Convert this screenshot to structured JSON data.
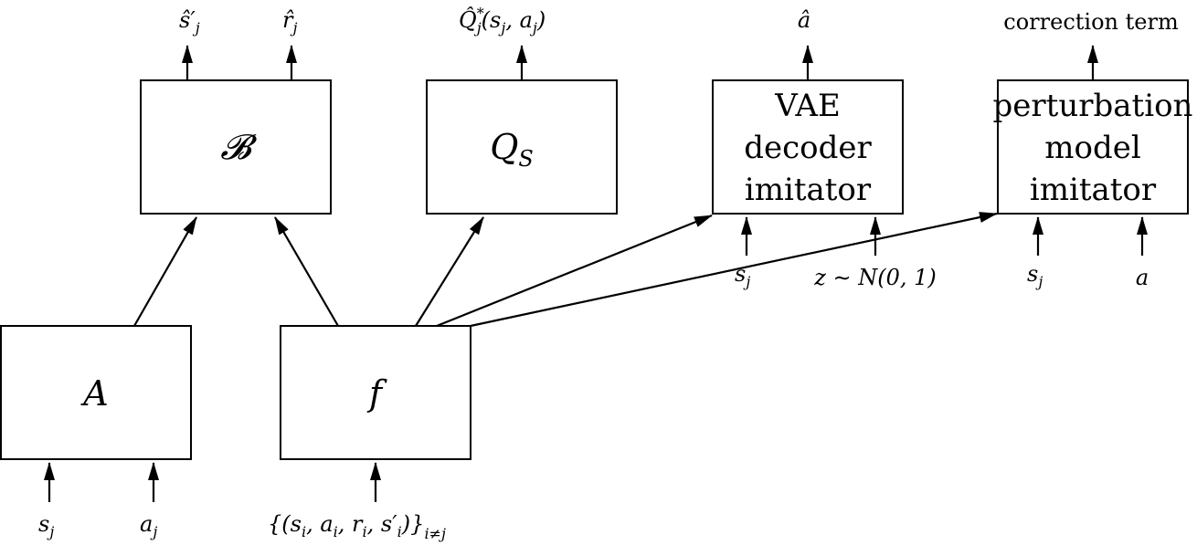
{
  "nodes": {
    "A": {
      "label": "A"
    },
    "B": {
      "label": "𝓑"
    },
    "f": {
      "label": "f"
    },
    "QS": {
      "label": "Q",
      "sub": "S"
    },
    "vae": {
      "lines": [
        "VAE",
        "decoder",
        "imitator"
      ]
    },
    "pert": {
      "lines": [
        "perturbation",
        "model",
        "imitator"
      ]
    }
  },
  "inputs": {
    "A_s": {
      "base": "s",
      "sub": "j"
    },
    "A_a": {
      "base": "a",
      "sub": "j"
    },
    "f_in": {
      "text": "{(s",
      "i1": "i",
      "c1": ", a",
      "i2": "i",
      "c2": ", r",
      "i3": "i",
      "c3": ", s′",
      "i4": "i",
      "c4": ")}",
      "sub": "i≠j"
    },
    "vae_s": {
      "base": "s",
      "sub": "j"
    },
    "vae_z": {
      "text": "z ∼ N(0, 1)"
    },
    "pert_s": {
      "base": "s",
      "sub": "j"
    },
    "pert_a": {
      "text": "a"
    }
  },
  "outputs": {
    "B_s": {
      "base": "ŝ′",
      "sub": "j"
    },
    "B_r": {
      "base": "r̂",
      "sub": "j"
    },
    "Q": {
      "base": "Q̂",
      "sup": "*",
      "sub": "j",
      "rest": "(s",
      "r_sub1": "j",
      "rest2": ", a",
      "r_sub2": "j",
      "rest3": ")"
    },
    "vae": {
      "text": "â"
    },
    "pert": {
      "text": "correction term"
    }
  }
}
